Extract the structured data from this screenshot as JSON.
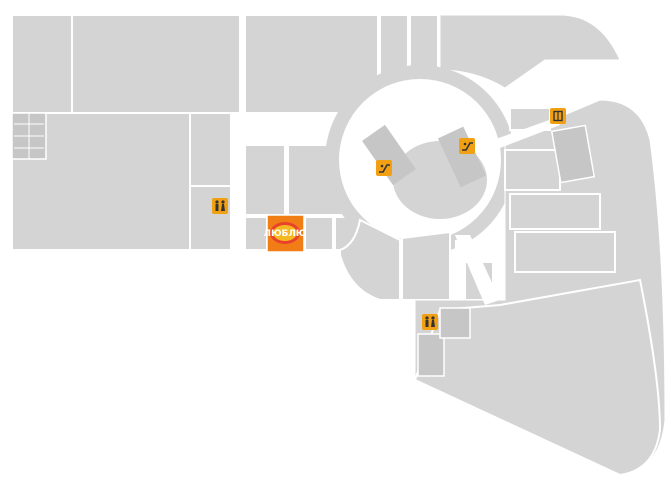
{
  "map": {
    "colors": {
      "background": "#ffffff",
      "unit_fill": "#d4d4d4",
      "service_fill": "#c6c6c6",
      "highlight_store": "#f07d16",
      "marker": "#f2a013"
    },
    "highlighted_store": {
      "logo_text": "ЛЮБЛЮ",
      "icon": "store-logo"
    },
    "markers": [
      {
        "name": "restroom-icon-west",
        "icon": "restroom"
      },
      {
        "name": "restroom-icon-south",
        "icon": "restroom"
      },
      {
        "name": "escalator-icon-left",
        "icon": "escalator"
      },
      {
        "name": "escalator-icon-right",
        "icon": "escalator"
      },
      {
        "name": "elevator-icon",
        "icon": "elevator"
      }
    ]
  }
}
